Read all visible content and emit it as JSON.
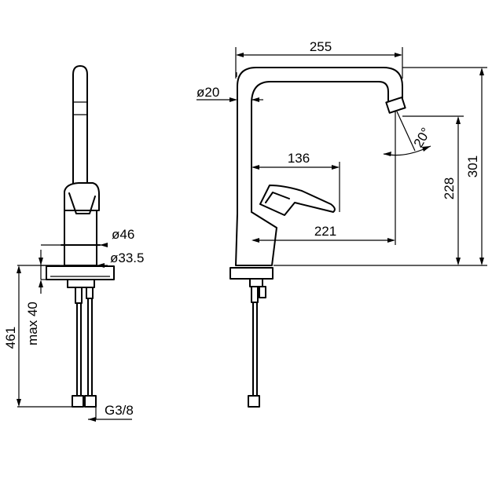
{
  "dimensions": {
    "d255": "255",
    "d20": "ø20",
    "d136": "136",
    "d20deg": "20°",
    "d228": "228",
    "d301": "301",
    "d221": "221",
    "d46": "ø46",
    "d335": "ø33.5",
    "d461": "461",
    "max40": "max 40",
    "g38": "G3/8"
  }
}
